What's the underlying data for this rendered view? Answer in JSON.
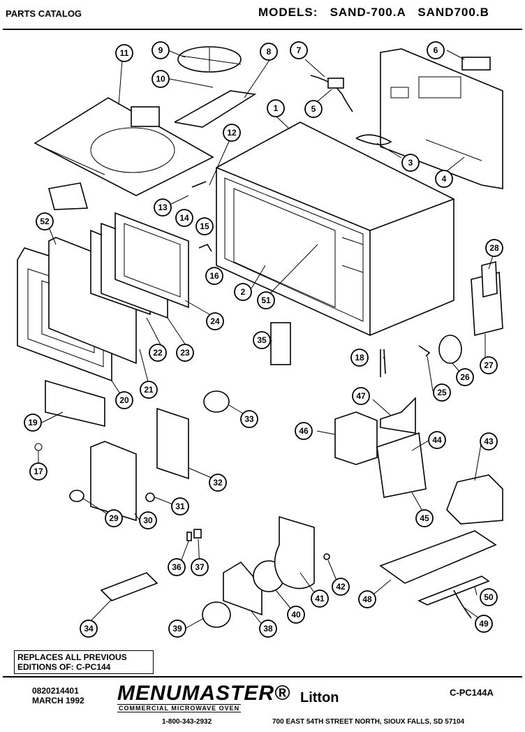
{
  "header": {
    "left_title": "PARTS CATALOG",
    "models_label": "MODELS:",
    "model_a": "SAND-700.A",
    "model_b": "SAND700.B"
  },
  "callouts": [
    "1",
    "2",
    "3",
    "4",
    "5",
    "6",
    "7",
    "8",
    "9",
    "10",
    "11",
    "12",
    "13",
    "14",
    "15",
    "16",
    "17",
    "18",
    "19",
    "20",
    "21",
    "22",
    "23",
    "24",
    "25",
    "26",
    "27",
    "28",
    "29",
    "30",
    "31",
    "32",
    "33",
    "34",
    "35",
    "36",
    "37",
    "38",
    "39",
    "40",
    "41",
    "42",
    "43",
    "44",
    "45",
    "46",
    "47",
    "48",
    "49",
    "50",
    "51",
    "52"
  ],
  "footer": {
    "replaces_line1": "REPLACES ALL PREVIOUS",
    "replaces_line2": "EDITIONS OF: C-PC144",
    "part_number": "0820214401",
    "date": "MARCH 1992",
    "brand": "MENUMASTER®",
    "brand_sub": "COMMERCIAL MICROWAVE OVEN",
    "company": "Litton",
    "catalog_number": "C-PC144A",
    "phone": "1-800-343-2932",
    "address": "700 EAST 54TH STREET NORTH, SIOUX FALLS, SD   57104"
  }
}
